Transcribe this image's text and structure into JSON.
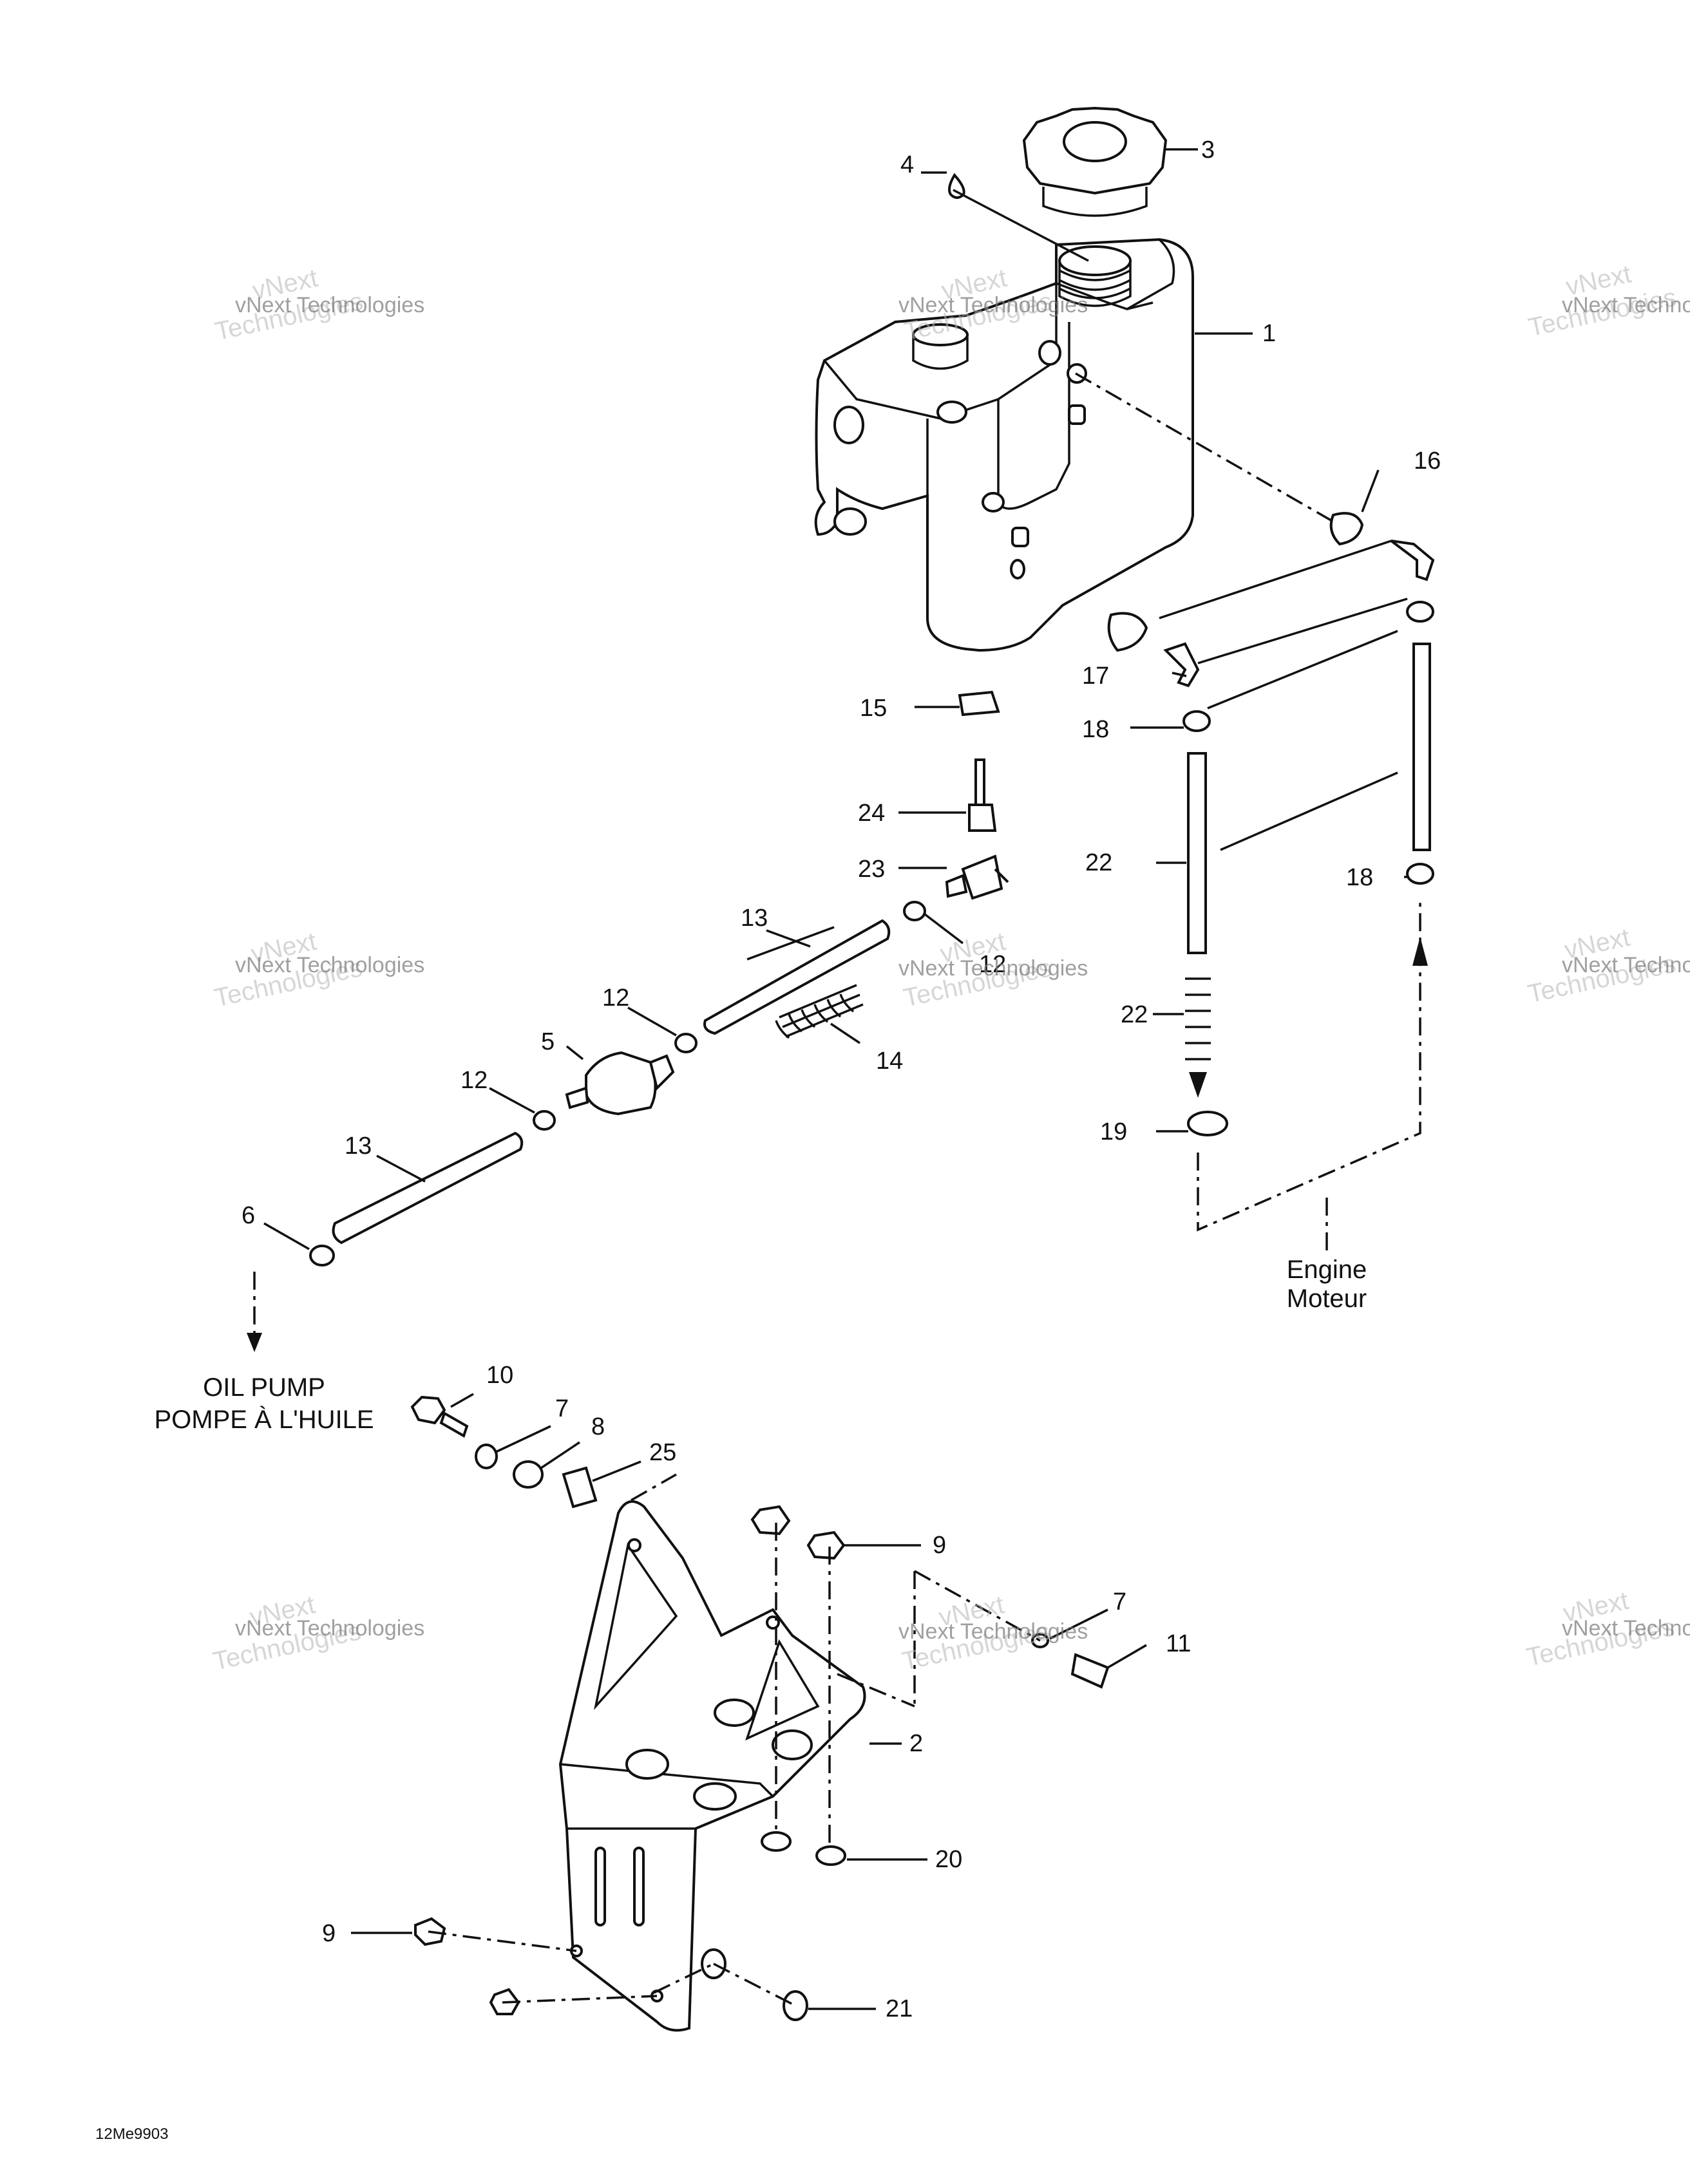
{
  "diagram": {
    "drawing_code": "12Me9903",
    "callouts": [
      {
        "id": "c1",
        "text": "1"
      },
      {
        "id": "c2",
        "text": "2"
      },
      {
        "id": "c3",
        "text": "3"
      },
      {
        "id": "c4",
        "text": "4"
      },
      {
        "id": "c5",
        "text": "5"
      },
      {
        "id": "c6",
        "text": "6"
      },
      {
        "id": "c7a",
        "text": "7"
      },
      {
        "id": "c7b",
        "text": "7"
      },
      {
        "id": "c8",
        "text": "8"
      },
      {
        "id": "c9a",
        "text": "9"
      },
      {
        "id": "c9b",
        "text": "9"
      },
      {
        "id": "c10",
        "text": "10"
      },
      {
        "id": "c11",
        "text": "11"
      },
      {
        "id": "c12a",
        "text": "12"
      },
      {
        "id": "c12b",
        "text": "12"
      },
      {
        "id": "c12c",
        "text": "12"
      },
      {
        "id": "c13a",
        "text": "13"
      },
      {
        "id": "c13b",
        "text": "13"
      },
      {
        "id": "c14",
        "text": "14"
      },
      {
        "id": "c15",
        "text": "15"
      },
      {
        "id": "c16",
        "text": "16"
      },
      {
        "id": "c17",
        "text": "17"
      },
      {
        "id": "c18a",
        "text": "18"
      },
      {
        "id": "c18b",
        "text": "18"
      },
      {
        "id": "c19",
        "text": "19"
      },
      {
        "id": "c20",
        "text": "20"
      },
      {
        "id": "c21",
        "text": "21"
      },
      {
        "id": "c22a",
        "text": "22"
      },
      {
        "id": "c22b",
        "text": "22"
      },
      {
        "id": "c23",
        "text": "23"
      },
      {
        "id": "c24",
        "text": "24"
      },
      {
        "id": "c25",
        "text": "25"
      }
    ],
    "destinations": {
      "oil_pump_en": "OIL PUMP",
      "oil_pump_fr": "POMPE À L'HUILE",
      "engine_en": "Engine",
      "engine_fr": "Moteur"
    },
    "watermark": {
      "line1": "vNext",
      "line2": "Technologies",
      "line3": "vNext Technologies"
    }
  }
}
